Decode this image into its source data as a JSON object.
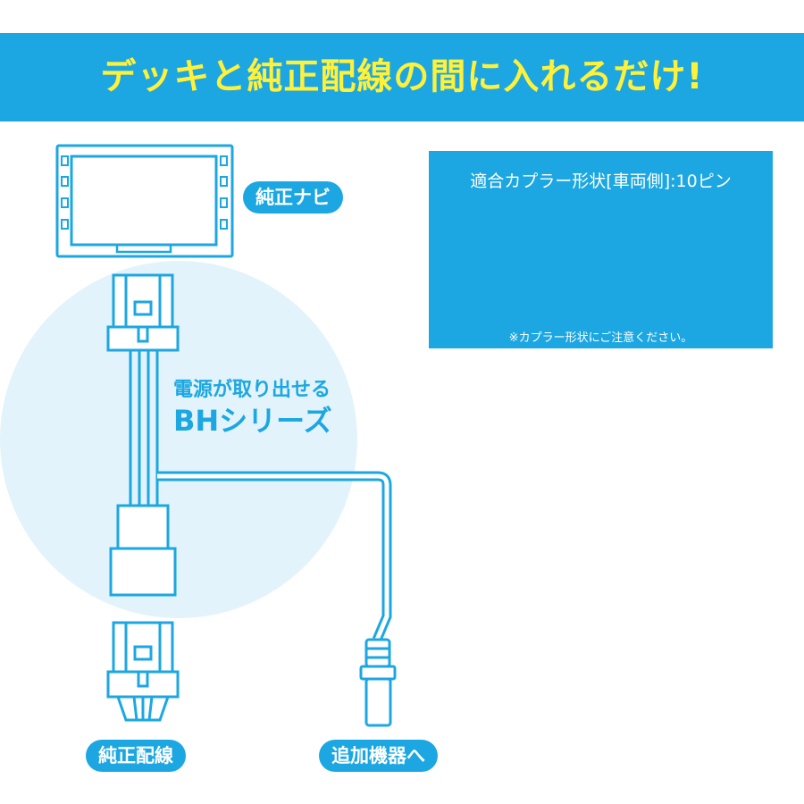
{
  "banner": {
    "headline": "デッキと純正配線の間に入れるだけ!"
  },
  "labels": {
    "navi": "純正ナビ",
    "wiring": "純正配線",
    "device": "追加機器へ"
  },
  "circle": {
    "line1": "電源が取り出せる",
    "line2": "BHシリーズ"
  },
  "info": {
    "title": "適合カプラー形状[車両側]:10ピン",
    "note": "※カプラー形状にご注意ください。"
  },
  "colors": {
    "primary": "#1ca7e2",
    "headline": "#fff13a",
    "circle_bg": "#e2f3fb"
  }
}
